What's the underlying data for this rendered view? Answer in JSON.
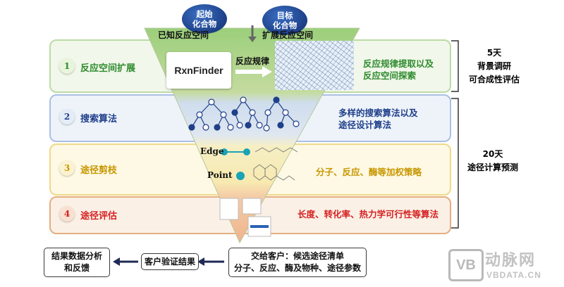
{
  "top": {
    "start_compound": [
      "起始",
      "化合物"
    ],
    "target_compound": [
      "目标",
      "化合物"
    ],
    "known_space": "已知反应空间",
    "expanded_space": "扩展反应空间",
    "rxnfinder": "RxnFinder",
    "reaction_rules": "反应规律"
  },
  "stages": [
    {
      "num": "1",
      "name": "反应空间扩展",
      "desc": [
        "反应规律提取以及",
        "反应空间探索"
      ],
      "color": "#2e8b2e"
    },
    {
      "num": "2",
      "name": "搜索算法",
      "desc": [
        "多样的搜索算法以及",
        "途径设计算法"
      ],
      "color": "#1f3f8a"
    },
    {
      "num": "3",
      "name": "途径剪枝",
      "desc": [
        "分子、反应、酶等加权策略"
      ],
      "color": "#d9a400"
    },
    {
      "num": "4",
      "name": "途径评估",
      "desc": [
        "长度、转化率、热力学可行性等算法"
      ],
      "color": "#d52222"
    }
  ],
  "pruning": {
    "edge_label": "Edge",
    "point_label": "Point"
  },
  "timeline": {
    "phase1": [
      "5天",
      "背景调研",
      "可合成性评估"
    ],
    "phase2": [
      "20天",
      "途径计算预测"
    ]
  },
  "bottom": {
    "deliver": [
      "交给客户：候选途径清单",
      "分子、反应、酶及物种、途径参数"
    ],
    "verify": "客户验证结果",
    "analysis": [
      "结果数据分析",
      "和反馈"
    ]
  },
  "watermark": {
    "cn": "动脉网",
    "en": "VBDATA.CN"
  }
}
